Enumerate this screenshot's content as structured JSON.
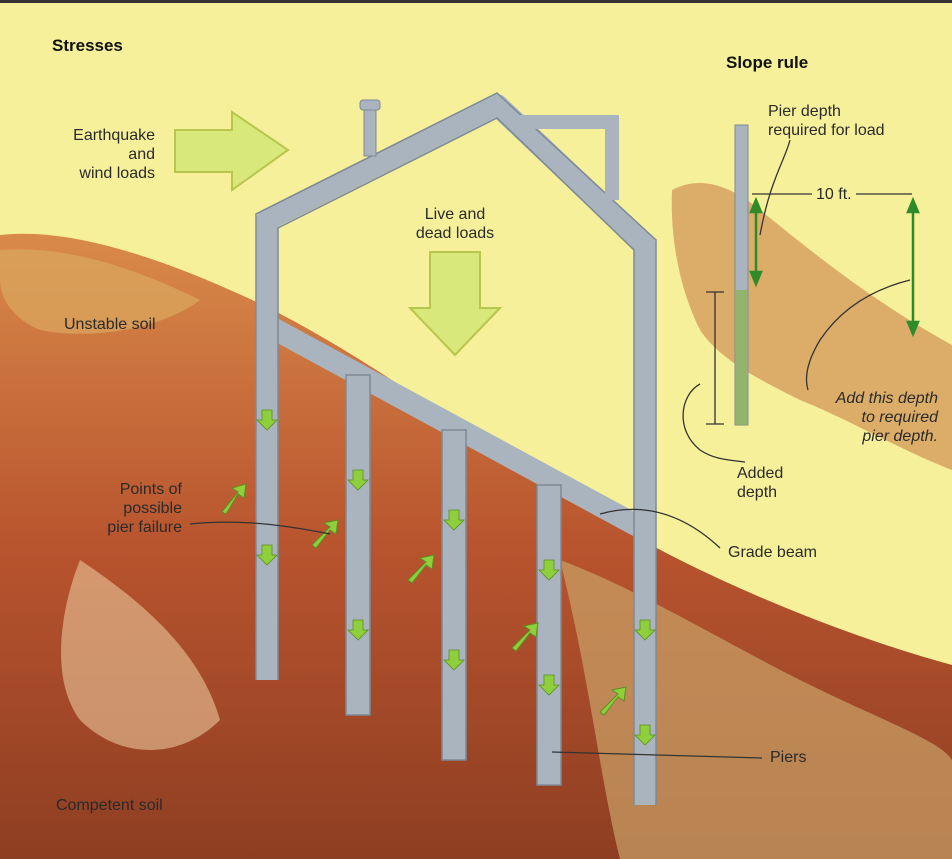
{
  "colors": {
    "sky": "#f7f09a",
    "soil_red": "#b8542e",
    "soil_tan": "#d9a45c",
    "house": "#a9b4bf",
    "arrow_green": "#8fcf3c",
    "border": "#333333"
  },
  "labels": {
    "stresses": "Stresses",
    "slope_rule": "Slope rule",
    "earthquake": [
      "Earthquake",
      "and",
      "wind loads"
    ],
    "live_dead": [
      "Live and",
      "dead loads"
    ],
    "unstable_soil": "Unstable soil",
    "pier_failure": [
      "Points of",
      "possible",
      "pier failure"
    ],
    "competent_soil": "Competent soil",
    "grade_beam": "Grade beam",
    "piers": "Piers",
    "pier_depth": [
      "Pier depth",
      "required for load"
    ],
    "ten_ft": "10 ft.",
    "add_depth": [
      "Add this depth",
      "to required",
      "pier depth."
    ],
    "added_depth": [
      "Added",
      "depth"
    ]
  }
}
